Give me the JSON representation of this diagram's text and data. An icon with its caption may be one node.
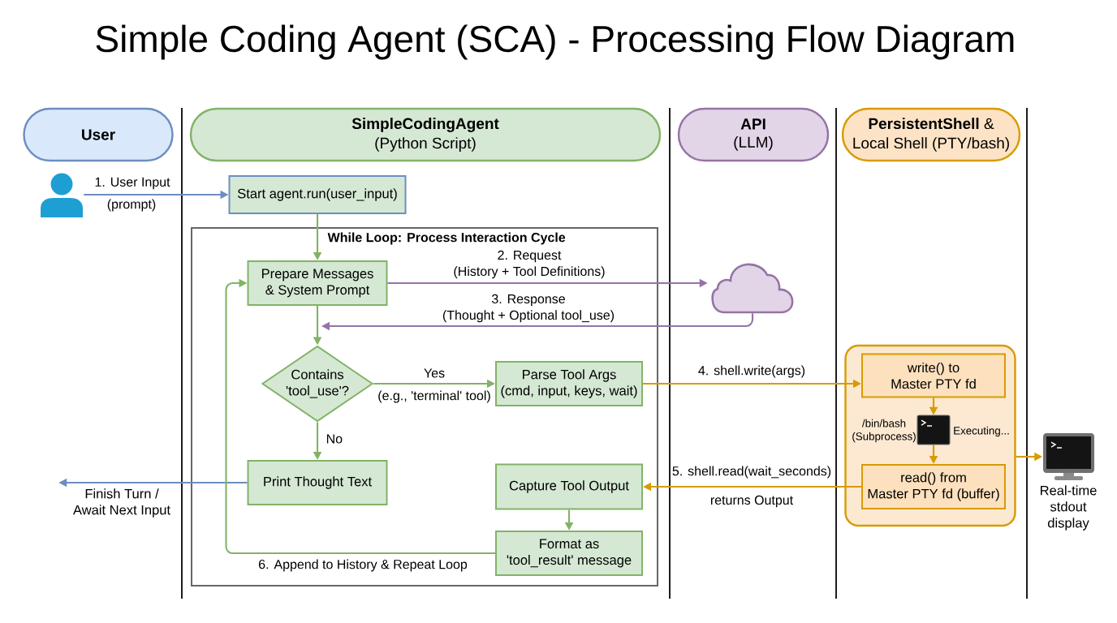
{
  "diagram": {
    "title": "Simple Coding Agent (SCA) - Processing Flow Diagram",
    "nodes": [
      {
        "text": [
          "User"
        ]
      },
      {
        "text": [
          "SimpleCodingAgent",
          "(Python Script)"
        ]
      },
      {
        "text": [
          "API",
          "(LLM)"
        ]
      },
      {
        "text": [
          "**PersistentShell** & Local Shell (PTY/bash)"
        ]
      },
      {
        "text": [],
        "shape": "person"
      },
      {
        "text": [
          "Start agent.run(user_input)"
        ]
      },
      {
        "text": [
          "While Loop: Process Interaction Cycle"
        ]
      },
      {
        "text": [
          "Prepare Messages & System Prompt"
        ],
        "in": 6
      },
      {
        "text": [
          "Contains 'tool_use'?"
        ],
        "in": 6
      },
      {
        "text": [
          "Parse Tool Args (cmd, input, keys, wait)"
        ],
        "in": 6
      },
      {
        "text": [
          "Print Thought Text"
        ],
        "in": 6
      },
      {
        "text": [
          "Capture Tool Output"
        ],
        "in": 6
      },
      {
        "text": [
          "Format as 'tool_result' message"
        ],
        "in": 6
      },
      {
        "text": [],
        "shape": "cloud"
      },
      {
        "text": [],
        "shape": "box"
      },
      {
        "text": [
          "write() to Master PTY fd"
        ],
        "in": 14
      },
      {
        "text": [],
        "shape": "picture",
        "beside": [
          "/bin/bash (Subprocess)",
          "Executing..."
        ],
        "in": 14
      },
      {
        "text": [
          "read() from Master PTY fd (buffer)"
        ],
        "in": 14
      },
      {
        "text": [],
        "shape": "picture",
        "beside": [
          "Real-time stdout display"
        ]
      },
      {
        "text": [
          "Finish Turn / Await Next Input"
        ]
      }
    ],
    "edges": [
      {
        "from": 4,
        "to": 5,
        "arrow": "to",
        "label": "1. User Input",
        "color": "#6c8ebf"
      },
      {
        "from": 5,
        "to": 7,
        "arrow": "to"
      },
      {
        "from": 7,
        "to": 13,
        "arrow": "to",
        "label": "2. Request (History + Tool Definitions)",
        "color": "#9673a6"
      },
      {
        "from": 13,
        "to": null,
        "arrow": "to",
        "label": "3. Response (Thought + Optional tool_use)",
        "color": "#9673a6"
      },
      {
        "from": 7,
        "to": 8,
        "arrow": "to"
      },
      {
        "from": 8,
        "to": 9,
        "arrow": "to",
        "label": "Yes"
      },
      {
        "from": 8,
        "to": 10,
        "arrow": "to",
        "label": "No"
      },
      {
        "from": 10,
        "to": 19,
        "arrow": "to",
        "color": "#6c8ebf"
      },
      {
        "from": 9,
        "to": 15,
        "arrow": "to",
        "label": "4. shell.write(args)",
        "color": "#d79b00"
      },
      {
        "from": 17,
        "to": 11,
        "arrow": "to",
        "label": "5. shell.read(wait_seconds)",
        "color": "#d79b00"
      },
      {
        "from": 15,
        "to": 16,
        "arrow": "to",
        "color": "#d79b00"
      },
      {
        "from": 16,
        "to": 17,
        "arrow": "to",
        "color": "#d79b00"
      },
      {
        "from": 14,
        "to": 18,
        "arrow": "to",
        "color": "#d79b00"
      },
      {
        "from": 11,
        "to": 12,
        "arrow": "to"
      },
      {
        "from": 12,
        "to": 7,
        "arrow": "to",
        "label": "6. Append to History & Repeat Loop"
      }
    ],
    "labels": [
      "(prompt)",
      "(e.g., 'terminal' tool)",
      "returns Output"
    ]
  }
}
